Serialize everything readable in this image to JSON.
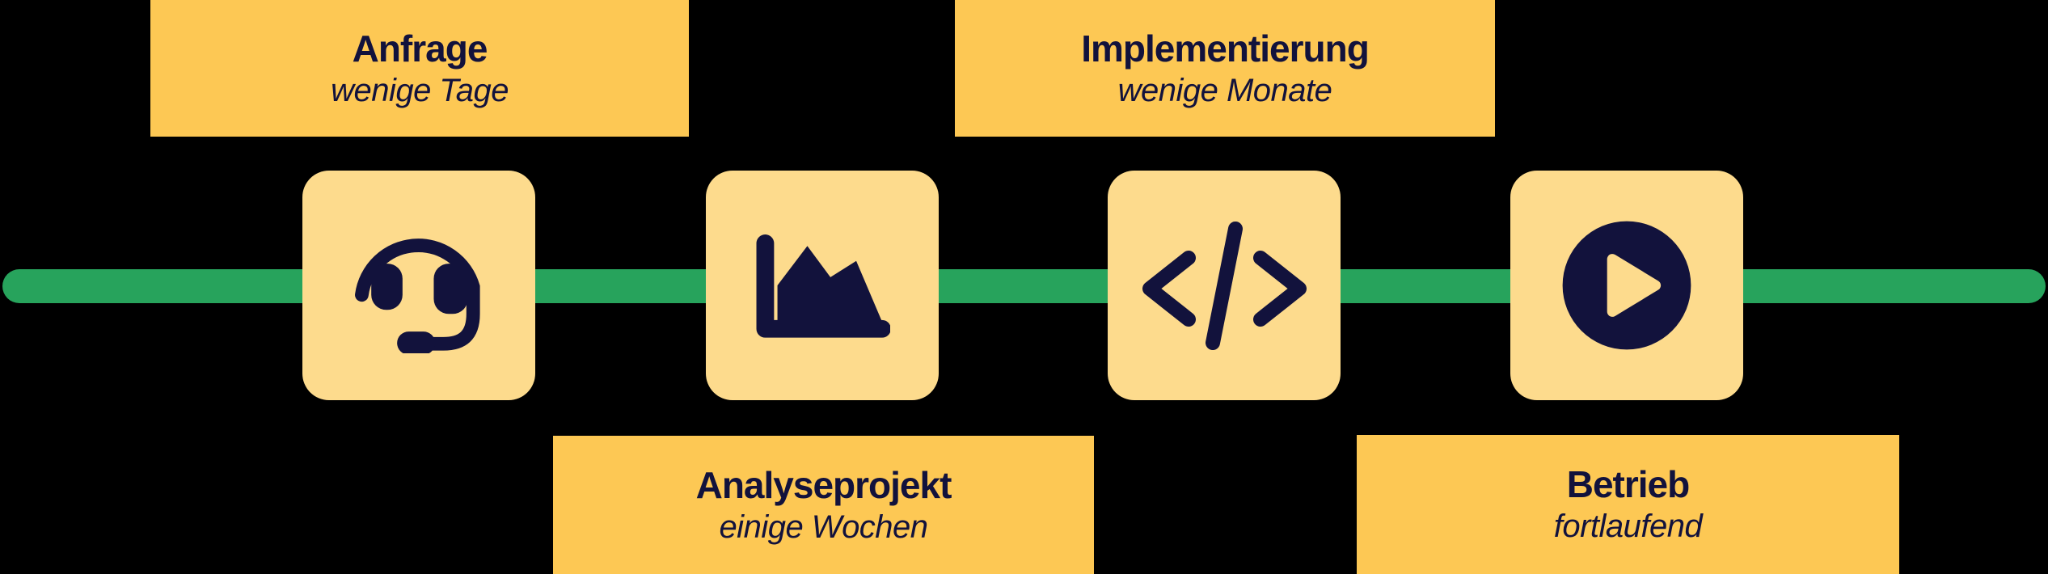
{
  "diagram": {
    "type": "process-timeline",
    "colors": {
      "background": "#000000",
      "timeline": "#27A35C",
      "labelbox": "#FDC854",
      "iconbox": "#FDDB8D",
      "ink": "#12123C"
    },
    "steps": [
      {
        "title": "Anfrage",
        "duration": "wenige Tage",
        "icon": "headset-icon",
        "label_position": "top"
      },
      {
        "title": "Analyseprojekt",
        "duration": "einige Wochen",
        "icon": "area-chart-icon",
        "label_position": "bottom"
      },
      {
        "title": "Implementierung",
        "duration": "wenige Monate",
        "icon": "code-icon",
        "label_position": "top"
      },
      {
        "title": "Betrieb",
        "duration": "fortlaufend",
        "icon": "play-circle-icon",
        "label_position": "bottom"
      }
    ]
  }
}
